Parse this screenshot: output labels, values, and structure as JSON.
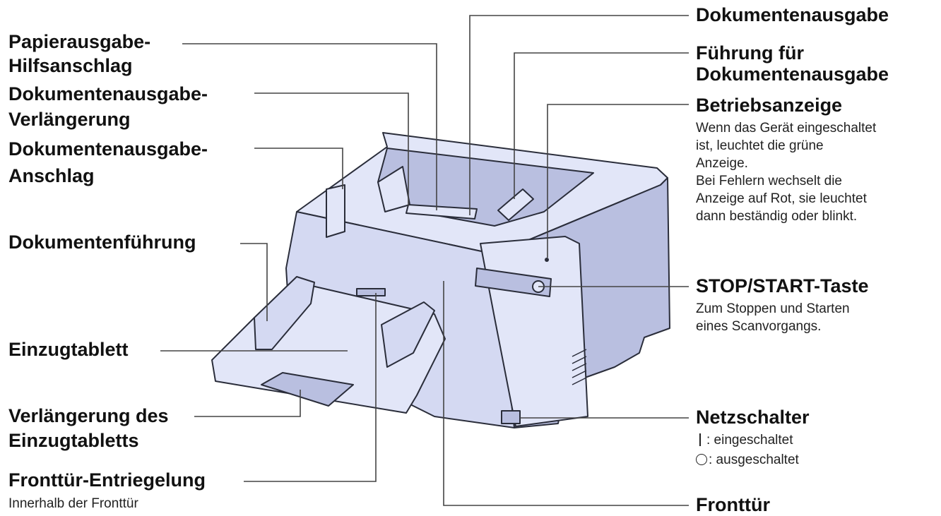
{
  "labels": {
    "papierausgabe_1": "Papierausgabe-",
    "papierausgabe_2": "Hilfsanschlag",
    "verlaengerung_1": "Dokumentenausgabe-",
    "verlaengerung_2": "Verlängerung",
    "anschlag_1": "Dokumentenausgabe-",
    "anschlag_2": "Anschlag",
    "dokumentenfuehrung": "Dokumentenführung",
    "einzugtablett": "Einzugtablett",
    "einzug_verl_1": "Verlängerung des",
    "einzug_verl_2": "Einzugtabletts",
    "fronttuer_entriegelung": "Fronttür-Entriegelung",
    "fronttuer_entriegelung_desc": "Innerhalb der Fronttür",
    "dokumentenausgabe": "Dokumentenausgabe",
    "fuehrung_1": "Führung für",
    "fuehrung_2": "Dokumentenausgabe",
    "betriebsanzeige": "Betriebsanzeige",
    "betriebsanzeige_desc": [
      "Wenn das Gerät eingeschaltet",
      "ist, leuchtet die grüne",
      "Anzeige.",
      "Bei Fehlern wechselt die",
      "Anzeige auf Rot, sie leuchtet",
      "dann beständig oder blinkt."
    ],
    "stop_start": "STOP/START-Taste",
    "stop_start_desc": [
      "Zum Stoppen und Starten",
      "eines Scanvorgangs."
    ],
    "netzschalter": "Netzschalter",
    "netzschalter_on": ": eingeschaltet",
    "netzschalter_off": ": ausgeschaltet",
    "fronttuer": "Fronttür"
  },
  "colors": {
    "device_fill": "#d4d9f2",
    "device_outline": "#2a2d3a",
    "leader_line": "#444444"
  }
}
